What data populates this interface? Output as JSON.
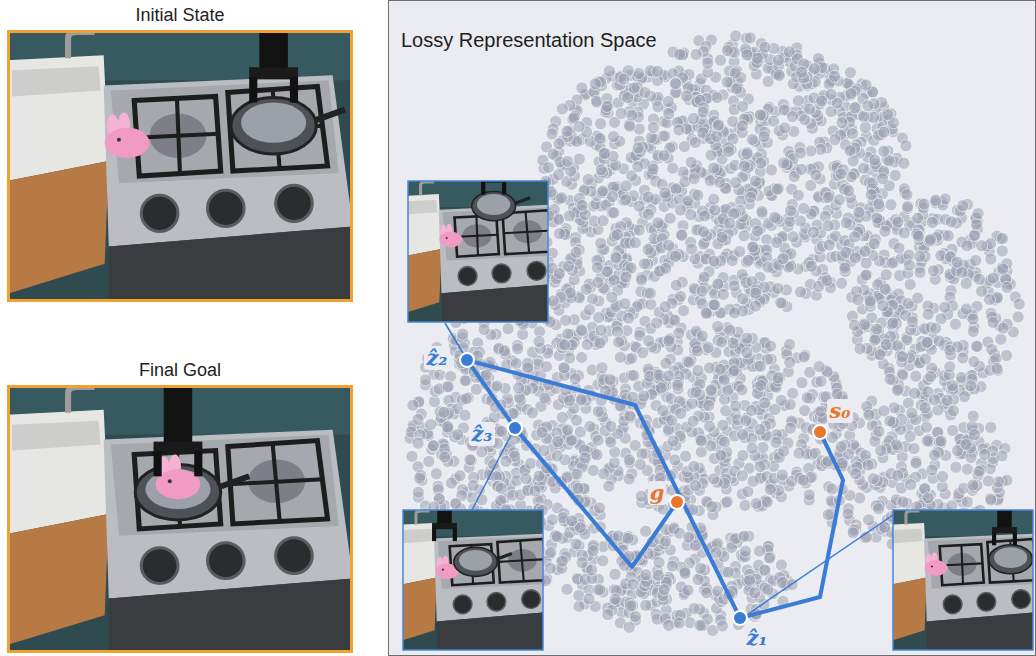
{
  "diagram": {
    "nodes": [
      {
        "text": [
          "Initial State"
        ]
      },
      {
        "text": [
          "Final Goal"
        ]
      },
      {
        "text": [
          "Lossy Representation Space"
        ]
      },
      {
        "text": [
          "s₀"
        ],
        "in": 2
      },
      {
        "text": [
          "ẑ₁"
        ],
        "in": 2
      },
      {
        "text": [
          "ẑ₂"
        ],
        "in": 2
      },
      {
        "text": [
          "ẑ₃"
        ],
        "in": 2
      },
      {
        "text": [
          "g"
        ],
        "in": 2
      }
    ],
    "edges": [
      {
        "from": 3,
        "to": 4,
        "arrow": "none"
      },
      {
        "from": 4,
        "to": 5,
        "arrow": "none"
      },
      {
        "from": 5,
        "to": 6,
        "arrow": "none"
      },
      {
        "from": 6,
        "to": 7,
        "arrow": "none"
      }
    ]
  }
}
